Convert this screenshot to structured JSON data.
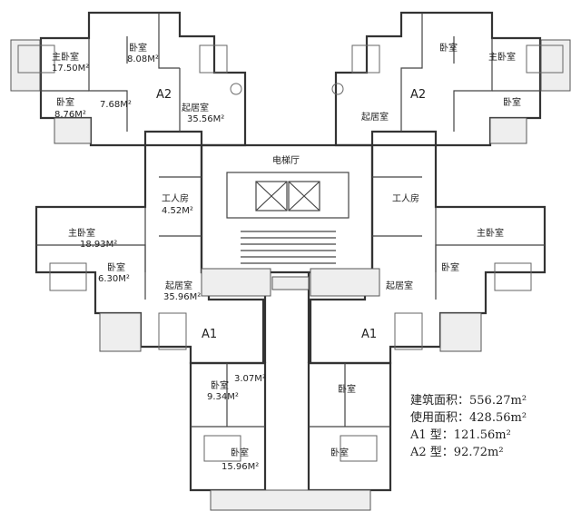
{
  "rooms": {
    "master_bed": "主卧室",
    "bed": "卧室",
    "living": "起居室",
    "elevator_hall": "电梯厅",
    "workshop": "工人房"
  },
  "areas": {
    "a2l_master": "17.50M²",
    "a2l_bed1": "8.08M²",
    "a2l_bed2": "8.76M²",
    "a2l_bath": "7.68M²",
    "a2l_living": "35.56M²",
    "a1l_master": "18.93M²",
    "a1l_bed": "6.30M²",
    "a1l_living": "35.96M²",
    "a1l_work": "4.52M²",
    "bottom_bed1": "9.34M²",
    "bottom_bath": "3.07M²",
    "bottom_bed2": "15.96M²"
  },
  "units": {
    "a2": "A2",
    "a1": "A1"
  },
  "stats": {
    "building_area": "建筑面积：556.27m²",
    "usable_area": "使用面积：428.56m²",
    "a1_type": "A1 型：121.56m²",
    "a2_type": "A2 型：92.72m²"
  }
}
